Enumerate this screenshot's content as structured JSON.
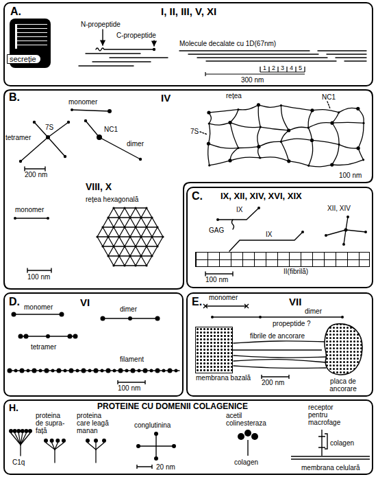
{
  "diagram": {
    "nodes": [
      {
        "text": [
          "A.",
          "I, II, III, V, XI"
        ]
      },
      {
        "text": [
          "secreție"
        ],
        "in": 0
      },
      {
        "text": [
          "B.",
          "IV",
          "VIII, X"
        ]
      },
      {
        "text": [
          "C.",
          "IX, XII, XIV, XVI, XIX"
        ]
      },
      {
        "text": [
          "II(fibrilă)"
        ],
        "in": 3
      },
      {
        "text": [
          "D.",
          "VI"
        ]
      },
      {
        "text": [
          "E.",
          "VII"
        ]
      },
      {
        "text": [
          "membrana bazală"
        ],
        "in": 6
      },
      {
        "text": [
          "placa de ancorare"
        ],
        "in": 6
      },
      {
        "text": [
          "H.",
          "PROTEINE CU DOMENII COLAGENICE"
        ]
      }
    ],
    "edges": [
      {
        "from": 7,
        "to": 8,
        "arrow": "none",
        "label": "fibrile de ancorare"
      }
    ],
    "labels": [
      "N-propeptide",
      "C-propeptide",
      "Molecule decalate cu 1D(67nm)",
      "1",
      "2",
      "3",
      "4",
      "5",
      "300 nm",
      "monomer",
      "7S",
      "NC1",
      "tetramer",
      "dimer",
      "200 nm",
      "rețea",
      "7S",
      "NC1",
      "100 nm",
      "monomer",
      "rețea hexagonală",
      "100 nm",
      "GAG",
      "IX",
      "XII, XIV",
      "IX",
      "100 nm",
      "monomer",
      "dimer",
      "tetramer",
      "filament",
      "100 nm",
      "monomer",
      "dimer",
      "propeptide ?",
      "200 nm",
      "C1q",
      "proteina de supra- față",
      "proteina care leagă manan",
      "conglutinina",
      "acetil colinesteraza",
      "colagen",
      "receptor pentru macrofage",
      "colagen",
      "membrana celulară",
      "20 nm"
    ]
  }
}
